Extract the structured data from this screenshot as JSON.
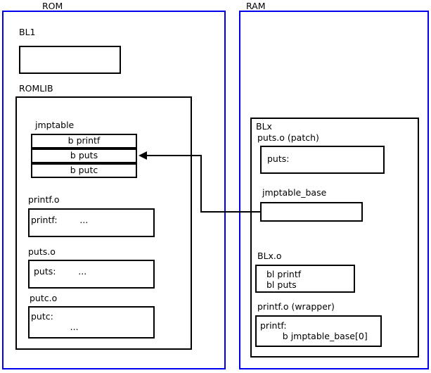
{
  "diagram": {
    "title": "ROM and RAM jump table patching diagram",
    "colors": {
      "region_border": "#0000ee",
      "box_border": "#000000",
      "background": "#ffffff",
      "text": "#000000"
    }
  },
  "rom": {
    "label": "ROM",
    "bl1": {
      "caption": "BL1",
      "body": ""
    },
    "romlib": {
      "caption": "ROMLIB",
      "jmptable": {
        "caption": "jmptable",
        "rows": [
          {
            "text": "b printf"
          },
          {
            "text": "b puts"
          },
          {
            "text": "b putc"
          }
        ]
      },
      "objects": [
        {
          "caption": "printf.o",
          "lines": [
            "printf:        ..."
          ]
        },
        {
          "caption": "puts.o",
          "lines": [
            "puts:        ..."
          ]
        },
        {
          "caption": "putc.o",
          "lines": [
            "putc:",
            "              ..."
          ]
        }
      ]
    }
  },
  "ram": {
    "label": "RAM",
    "blx": {
      "caption": "BLx",
      "sections": [
        {
          "caption": "puts.o (patch)",
          "lines": [
            "puts:"
          ]
        },
        {
          "caption": "jmptable_base",
          "lines": [
            ""
          ]
        },
        {
          "caption": "BLx.o",
          "lines": [
            "bl printf",
            "bl puts"
          ]
        },
        {
          "caption": "printf.o (wrapper)",
          "lines": [
            "printf:",
            "        b jmptable_base[0]"
          ]
        }
      ]
    }
  },
  "connector": {
    "name": "jmptable-base-to-b-puts-arrow",
    "from": "jmptable_base",
    "to": "b puts",
    "description": "arrow from jmptable_base box in RAM to the b puts entry of jmptable in ROM"
  }
}
